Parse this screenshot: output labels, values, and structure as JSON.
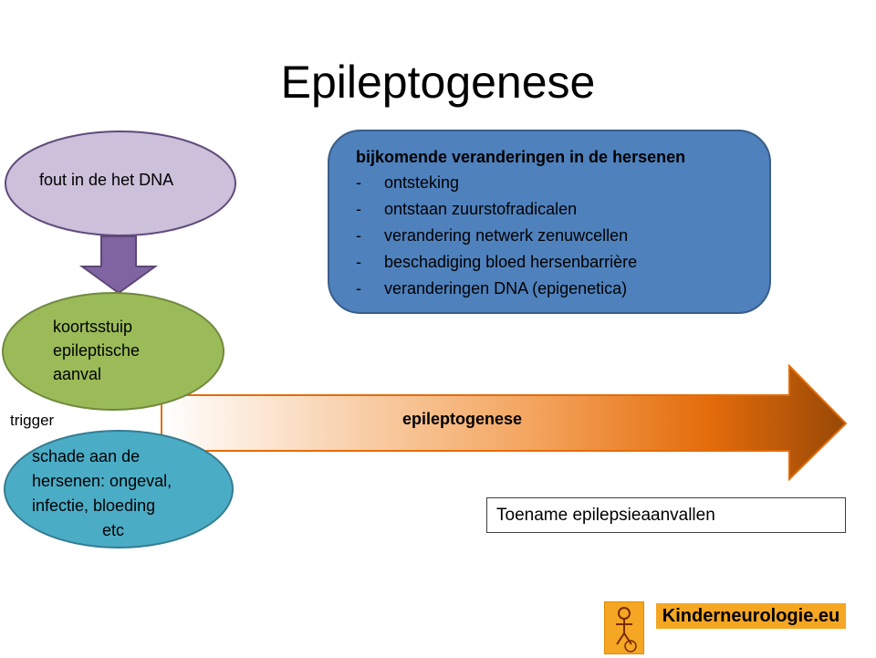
{
  "title": "Epileptogenese",
  "nodes": {
    "dna": {
      "label": "fout in de het DNA"
    },
    "trigger_event": {
      "lines": [
        "koortsstuip",
        "epileptische",
        "aanval"
      ]
    },
    "damage": {
      "lines": [
        "schade aan de",
        "hersenen: ongeval,",
        "infectie, bloeding",
        "etc"
      ]
    }
  },
  "changes_box": {
    "heading": "bijkomende veranderingen in de hersenen",
    "items": [
      "ontsteking",
      "ontstaan zuurstofradicalen",
      "verandering netwerk zenuwcellen",
      "beschadiging bloed hersenbarrière",
      "veranderingen DNA (epigenetica)"
    ]
  },
  "arrow_label": "epileptogenese",
  "trigger_label": "trigger",
  "outcome": "Toename epilepsieaanvallen",
  "logo": {
    "text": "Kinderneurologie.eu",
    "icon": "child-figure-icon"
  },
  "colors": {
    "dna_fill": "#ccc0da",
    "dna_stroke": "#604a7b",
    "down_arrow": "#8064a2",
    "trigger_fill": "#9bbb59",
    "trigger_stroke": "#71893f",
    "damage_fill": "#4bacc6",
    "damage_stroke": "#357d91",
    "blue_box": "#4f81bd",
    "arrow_start": "#ffffff",
    "arrow_mid": "#e46c0a",
    "arrow_end": "#984807",
    "logo": "#f5a623"
  }
}
